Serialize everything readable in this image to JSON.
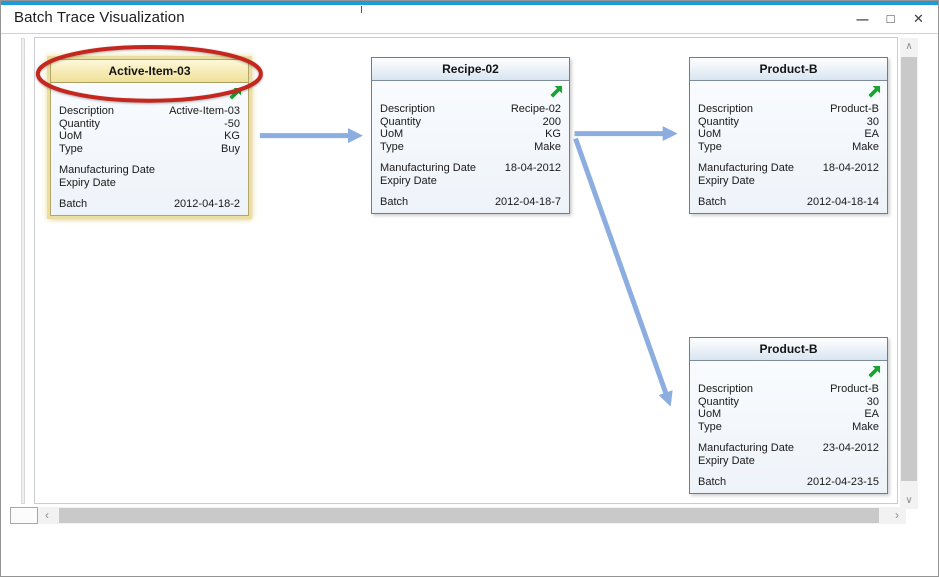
{
  "window": {
    "title": "Batch Trace Visualization",
    "minimize_icon": "—",
    "maximize_icon": "□",
    "close_icon": "✕"
  },
  "colors": {
    "titlebar_accent": "#1e9cd7",
    "arrow": "#8cade0",
    "highlight_header_yellow": "#f0e198",
    "annotation_red": "#c5271e",
    "drilldown_green": "#18a332"
  },
  "scrollbars": {
    "up_icon": "∧",
    "down_icon": "∨",
    "left_icon": "‹",
    "right_icon": "›"
  },
  "diagram": {
    "nodes": [
      {
        "title": "Active-Item-03",
        "highlighted": true,
        "annotation": "red-ellipse",
        "fields": [
          {
            "label": "Description",
            "value": "Active-Item-03"
          },
          {
            "label": "Quantity",
            "value": "-50"
          },
          {
            "label": "UoM",
            "value": "KG"
          },
          {
            "label": "Type",
            "value": "Buy"
          },
          {
            "label": "Manufacturing Date",
            "value": ""
          },
          {
            "label": "Expiry Date",
            "value": ""
          },
          {
            "label": "Batch",
            "value": "2012-04-18-2"
          }
        ]
      },
      {
        "title": "Recipe-02",
        "highlighted": false,
        "fields": [
          {
            "label": "Description",
            "value": "Recipe-02"
          },
          {
            "label": "Quantity",
            "value": "200"
          },
          {
            "label": "UoM",
            "value": "KG"
          },
          {
            "label": "Type",
            "value": "Make"
          },
          {
            "label": "Manufacturing Date",
            "value": "18-04-2012"
          },
          {
            "label": "Expiry Date",
            "value": ""
          },
          {
            "label": "Batch",
            "value": "2012-04-18-7"
          }
        ]
      },
      {
        "title": "Product-B",
        "highlighted": false,
        "fields": [
          {
            "label": "Description",
            "value": "Product-B"
          },
          {
            "label": "Quantity",
            "value": "30"
          },
          {
            "label": "UoM",
            "value": "EA"
          },
          {
            "label": "Type",
            "value": "Make"
          },
          {
            "label": "Manufacturing Date",
            "value": "18-04-2012"
          },
          {
            "label": "Expiry Date",
            "value": ""
          },
          {
            "label": "Batch",
            "value": "2012-04-18-14"
          }
        ]
      },
      {
        "title": "Product-B",
        "highlighted": false,
        "fields": [
          {
            "label": "Description",
            "value": "Product-B"
          },
          {
            "label": "Quantity",
            "value": "30"
          },
          {
            "label": "UoM",
            "value": "EA"
          },
          {
            "label": "Type",
            "value": "Make"
          },
          {
            "label": "Manufacturing Date",
            "value": "23-04-2012"
          },
          {
            "label": "Expiry Date",
            "value": ""
          },
          {
            "label": "Batch",
            "value": "2012-04-23-15"
          }
        ]
      }
    ],
    "edges": [
      {
        "from_batch": "2012-04-18-2",
        "to_batch": "2012-04-18-7"
      },
      {
        "from_batch": "2012-04-18-7",
        "to_batch": "2012-04-18-14"
      },
      {
        "from_batch": "2012-04-18-7",
        "to_batch": "2012-04-23-15"
      }
    ]
  }
}
